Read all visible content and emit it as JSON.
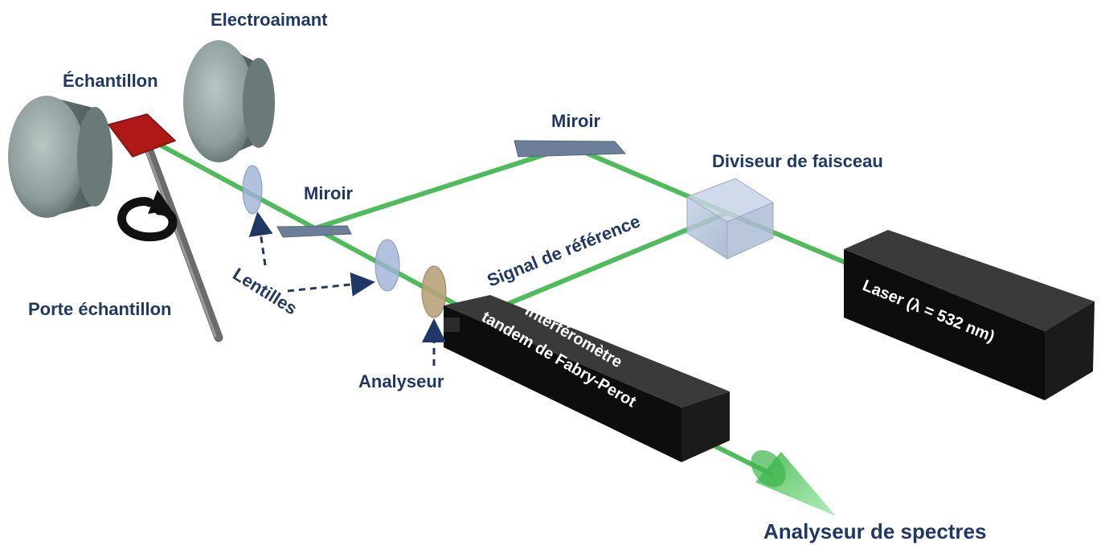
{
  "labels": {
    "electroaimant": "Electroaimant",
    "echantillon": "Échantillon",
    "miroir_top": "Miroir",
    "miroir_left": "Miroir",
    "diviseur": "Diviseur de faisceau",
    "signal_reference": "Signal de référence",
    "lentilles": "Lentilles",
    "porte_echantillon": "Porte échantillon",
    "analyseur": "Analyseur",
    "interferometre_line1": "Interféromètre",
    "interferometre_line2": "tandem de Fabry-Perot",
    "laser": "Laser (λ = 532 nm)",
    "analyseur_spectres": "Analyseur de spectres"
  },
  "colors": {
    "beam": "#3cb54a",
    "label": "#1f3864",
    "magnet": "#8a9a9a",
    "sample": "#b01818",
    "box": "#111111"
  }
}
